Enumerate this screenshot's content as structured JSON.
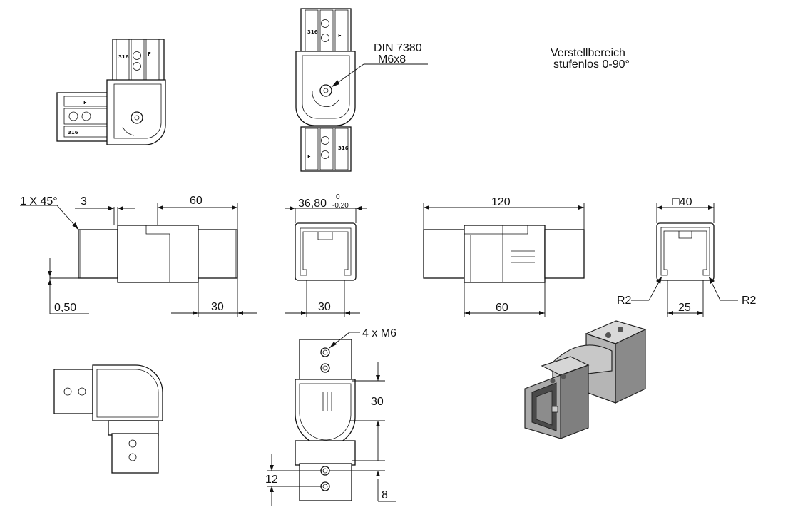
{
  "annotations": {
    "din": "DIN 7380",
    "screw": "M6x8",
    "range_line1": "Verstellbereich",
    "range_line2": "stufenlos 0-90°"
  },
  "part_labels": {
    "material": "316",
    "fix": "F"
  },
  "dimensions": {
    "chamfer": "1 X 45°",
    "gap": "3",
    "top_length": "60",
    "offset": "0,50",
    "insert_width": "30",
    "outer_width": "36,80",
    "tol_upper": "0",
    "tol_lower": "-0,20",
    "section_width": "30",
    "total_length": "120",
    "inner_length": "60",
    "profile": "□40",
    "radius_left": "R2",
    "radius_right": "R2",
    "slot": "25",
    "holes": "4 x M6",
    "joint": "30",
    "hole_spacing": "12",
    "hole_edge": "8"
  }
}
